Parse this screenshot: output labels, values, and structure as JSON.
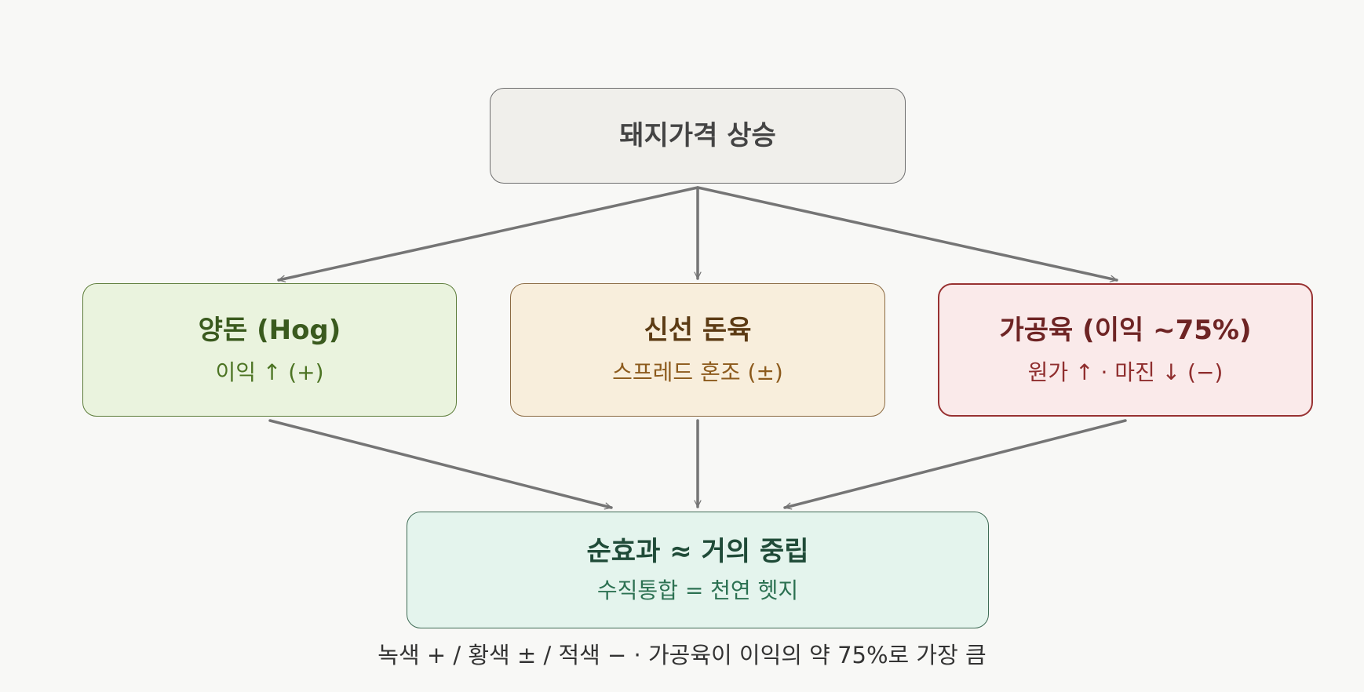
{
  "nodes": {
    "top": {
      "title": "돼지가격 상승"
    },
    "hog": {
      "title": "양돈 (Hog)",
      "sub": "이익 ↑ (+)"
    },
    "fresh": {
      "title": "신선 돈육",
      "sub": "스프레드 혼조 (±)"
    },
    "processed": {
      "title": "가공육 (이익 ~75%)",
      "sub": "원가 ↑ · 마진 ↓ (−)"
    },
    "net": {
      "title": "순효과 ≈ 거의 중립",
      "sub": "수직통합 = 천연 헷지"
    }
  },
  "footnote": "녹색 + / 황색 ± / 적색 − · 가공육이 이익의 약 75%로 가장 큼",
  "colors": {
    "arrow": "#757575",
    "positive": "#eaf3de",
    "mixed": "#f8eedc",
    "negative": "#faeaea",
    "net": "#e4f4ed"
  }
}
